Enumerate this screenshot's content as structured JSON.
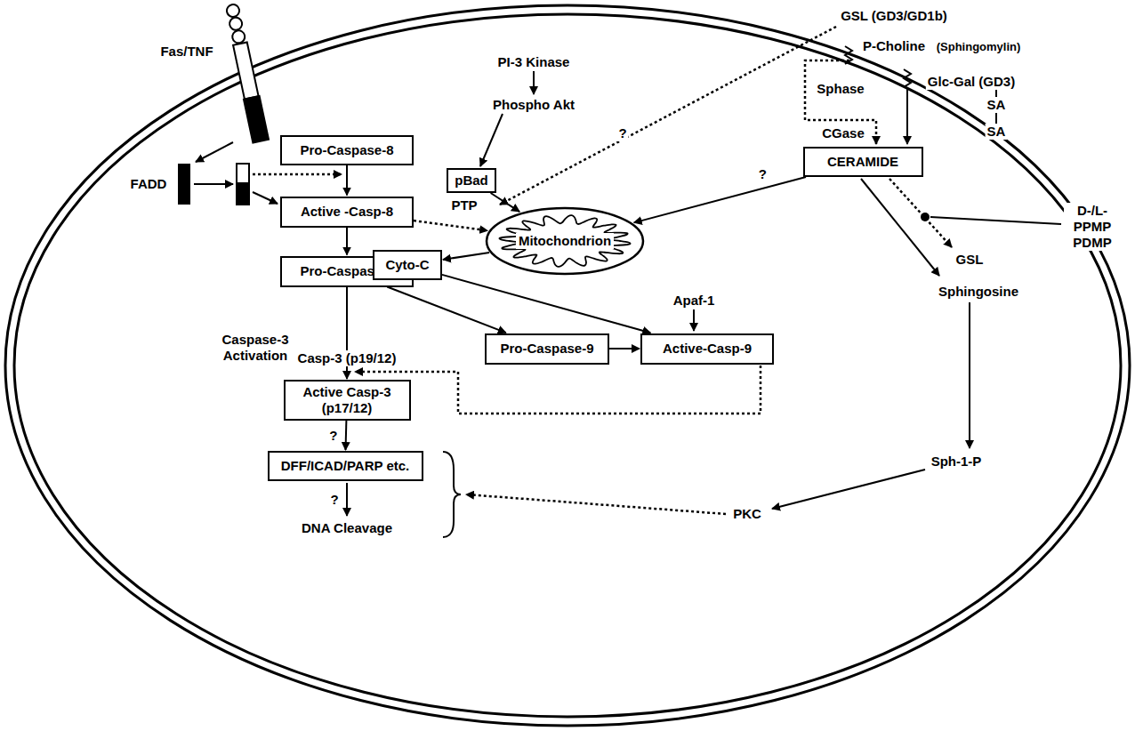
{
  "diagram": {
    "nodes": [
      {
        "text": [
          "Pro-Caspase-8"
        ]
      },
      {
        "text": [
          "Active -Casp-8"
        ]
      },
      {
        "text": [
          "Pro-Caspase-3"
        ]
      },
      {
        "text": [
          "Active Casp-3 (p17/12)"
        ]
      },
      {
        "text": [
          "DFF/ICAD/PARP etc."
        ]
      },
      {
        "text": [
          "pBad"
        ]
      },
      {
        "text": [
          "Cyto-C"
        ]
      },
      {
        "text": [
          "Mitochondrion"
        ]
      },
      {
        "text": [
          "Pro-Caspase-9"
        ]
      },
      {
        "text": [
          "Active-Casp-9"
        ]
      },
      {
        "text": [
          "CERAMIDE"
        ]
      }
    ],
    "edges": [
      {
        "from": 0,
        "to": 1,
        "arrow": "to"
      },
      {
        "from": 1,
        "to": 2,
        "arrow": "to"
      },
      {
        "from": 1,
        "to": 7,
        "arrow": "to"
      },
      {
        "from": 5,
        "to": 7,
        "arrow": "to"
      },
      {
        "from": 7,
        "to": 6,
        "arrow": "to"
      },
      {
        "from": 6,
        "to": 9,
        "arrow": "to"
      },
      {
        "from": 2,
        "to": 8,
        "arrow": "to"
      },
      {
        "from": 8,
        "to": 9,
        "arrow": "to"
      },
      {
        "from": 2,
        "to": 3,
        "label": "Casp-3 (p19/12)",
        "arrow": "to"
      },
      {
        "from": 3,
        "to": 4,
        "label": "?",
        "arrow": "to"
      },
      {
        "from": 10,
        "to": 7,
        "label": "?",
        "arrow": "to"
      }
    ],
    "labels": [
      "Fas/TNF",
      "FADD",
      "PI-3 Kinase",
      "Phospho Akt",
      "GSL (GD3/GD1b)",
      "?",
      "P-Choline",
      "(Sphingomylin)",
      "Sphase",
      "CGase",
      "Glc-Gal (GD3)",
      "SA",
      "SA",
      "D-/L- PPMP PDMP",
      "PTP",
      "GSL",
      "Sphingosine",
      "Apaf-1",
      "Caspase-3 Activation",
      "?",
      "DNA Cleavage",
      "Sph-1-P",
      "PKC"
    ]
  }
}
